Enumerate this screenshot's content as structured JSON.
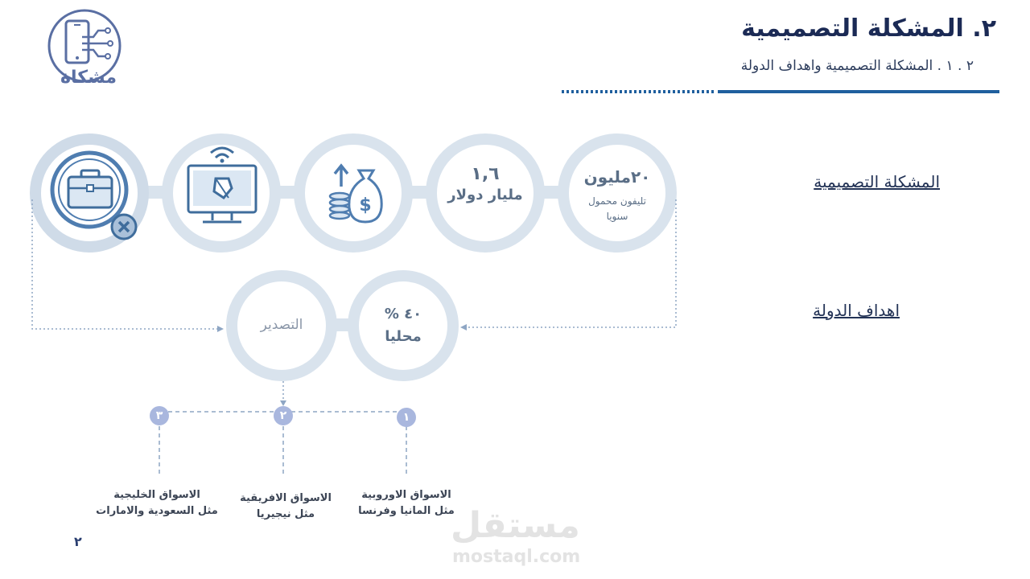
{
  "header": {
    "title": "٢. المشكلة التصميمية",
    "subtitle": "٢ . ١ . المشكلة التصميمية واهداف الدولة"
  },
  "logo": {
    "text": "مشكاة",
    "icon": "smartphone-circuit-icon"
  },
  "stats": {
    "phones_value": "٢٠مليون",
    "phones_desc_line1": "تليفون محمول",
    "phones_desc_line2": "سنويا",
    "billion_value": "١,٦",
    "billion_desc": "مليار دولار",
    "local_value": "٤٠ %",
    "local_desc": "محليا",
    "export_label": "التصدير"
  },
  "icons": [
    "money-bag-coins-icon",
    "monitor-wifi-icon",
    "briefcase-cancel-icon"
  ],
  "side_labels": {
    "design_problem": "المشكلة التصميمية",
    "state_goals": "اهداف الدولة"
  },
  "markets": [
    {
      "num": "١",
      "title": "الاسواق الاوروبية",
      "example": "مثل المانيا وفرنسا"
    },
    {
      "num": "٢",
      "title": "الاسواق الافريقية",
      "example": "مثل نيجيريا"
    },
    {
      "num": "٣",
      "title": "الاسواق الخليجية",
      "example": "مثل السعودية والامارات"
    }
  ],
  "page_number": "٢",
  "watermark": {
    "arabic": "مستقل",
    "english": "mostaql.com"
  },
  "colors": {
    "navy": "#1b2a55",
    "ring": "#d9e3ed",
    "accent_blue": "#1f5f9e",
    "icon_blue": "#3f6d9c",
    "badge": "#a9b7de"
  }
}
